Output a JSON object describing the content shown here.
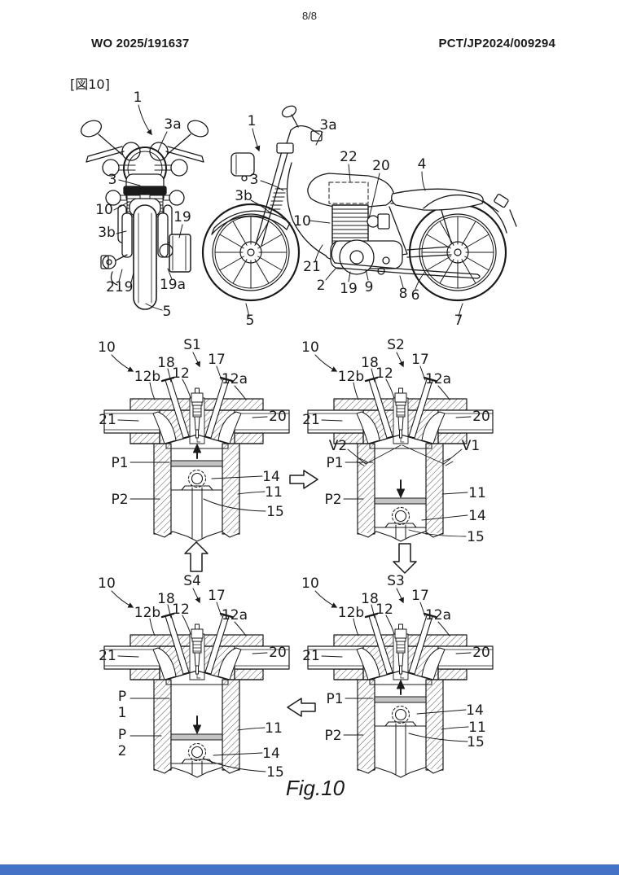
{
  "page": {
    "page_number": "8/8",
    "publication_number": "WO 2025/191637",
    "application_number": "PCT/JP2024/009294",
    "figure_tag": "[図10]",
    "caption": "Fig.10"
  },
  "colors": {
    "ink": "#1a1a1a",
    "paper": "#ffffff",
    "bottom_bar": "#4472c4"
  },
  "front_view": {
    "labels": {
      "n1": "1",
      "n3a": "3a",
      "n3": "3",
      "n10": "10",
      "n3b": "3b",
      "n19": "19",
      "n21": "21",
      "n9": "9",
      "n19a": "19a",
      "n5": "5"
    }
  },
  "side_view": {
    "labels": {
      "n1": "1",
      "n3a": "3a",
      "n22": "22",
      "n20": "20",
      "n4": "4",
      "n3": "3",
      "n3b": "3b",
      "n10": "10",
      "n21": "21",
      "n2": "2",
      "n19": "19",
      "n9": "9",
      "n8": "8",
      "n6": "6",
      "n5": "5",
      "n7": "7"
    }
  },
  "engines": {
    "s1": {
      "state": "S1",
      "unit": "10",
      "head": "12",
      "intake_left": "12b",
      "intake_right": "12a",
      "valve_left": "18",
      "valve_right": "17",
      "pipe_left": "21",
      "pipe_right": "20",
      "pos_top": "P1",
      "pos_bottom": "P2",
      "right1": "14",
      "right2": "11",
      "right3": "15"
    },
    "s2": {
      "state": "S2",
      "unit": "10",
      "head": "12",
      "intake_left": "12b",
      "intake_right": "12a",
      "valve_left": "18",
      "valve_right": "17",
      "pipe_left": "21",
      "pipe_right": "20",
      "pos_top": "P1",
      "pos_bottom": "P2",
      "valve_open_left": "V2",
      "valve_open_right": "V1",
      "right1": "11",
      "right2": "14",
      "right3": "15"
    },
    "s4": {
      "state": "S4",
      "unit": "10",
      "head": "12",
      "intake_left": "12b",
      "intake_right": "12a",
      "valve_left": "18",
      "valve_right": "17",
      "pipe_left": "21",
      "pipe_right": "20",
      "pos_top_l1": "P",
      "pos_top_l2": "1",
      "pos_bottom_l1": "P",
      "pos_bottom_l2": "2",
      "right1": "11",
      "right2": "14",
      "right3": "15"
    },
    "s3": {
      "state": "S3",
      "unit": "10",
      "head": "12",
      "intake_left": "12b",
      "intake_right": "12a",
      "valve_left": "18",
      "valve_right": "17",
      "pipe_left": "21",
      "pipe_right": "20",
      "pos_top": "P1",
      "pos_bottom": "P2",
      "right1": "14",
      "right2": "11",
      "right3": "15"
    }
  }
}
